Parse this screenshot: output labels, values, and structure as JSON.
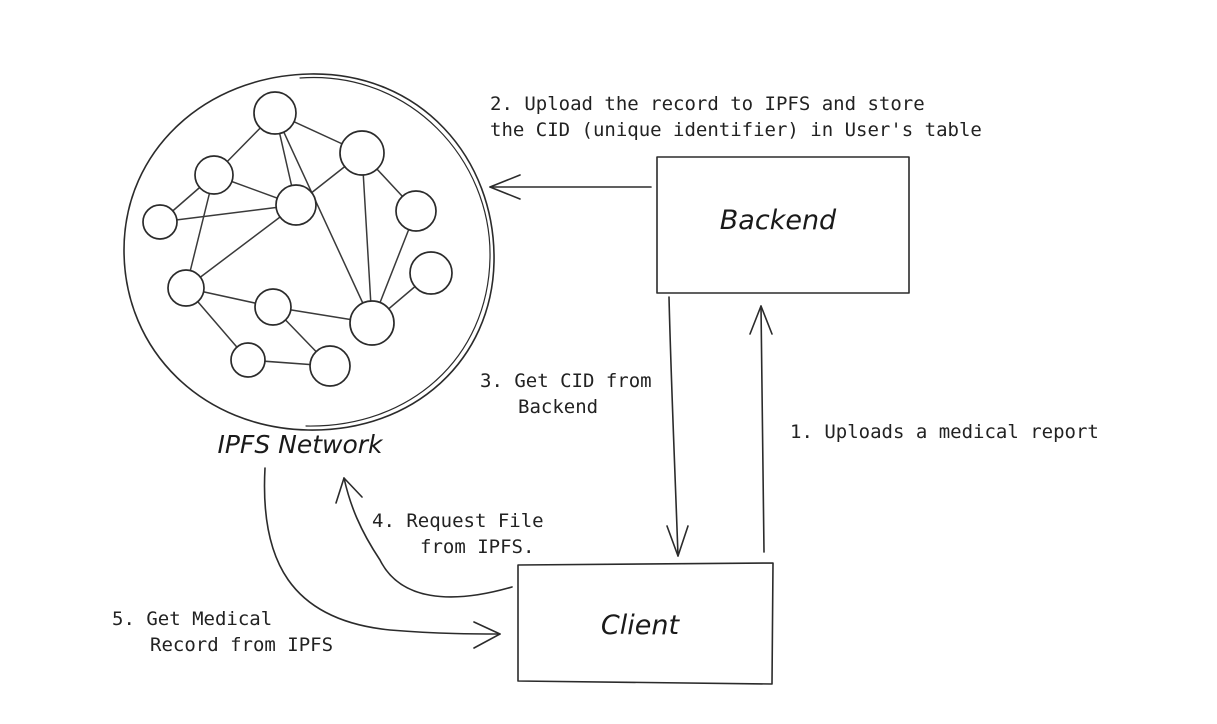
{
  "ipfs": {
    "label": "IPFS Network"
  },
  "backend": {
    "label": "Backend"
  },
  "client": {
    "label": "Client"
  },
  "steps": {
    "step1": [
      "1. Uploads a medical report"
    ],
    "step2": [
      "2. Upload the record to IPFS and store",
      "the CID (unique identifier) in User's table"
    ],
    "step3": [
      "3. Get CID from",
      "Backend"
    ],
    "step4": [
      "4. Request File",
      "from IPFS."
    ],
    "step5": [
      "5. Get Medical",
      "Record from IPFS"
    ]
  },
  "colors": {
    "ink": "#2b2b2b",
    "background": "#ffffff"
  }
}
